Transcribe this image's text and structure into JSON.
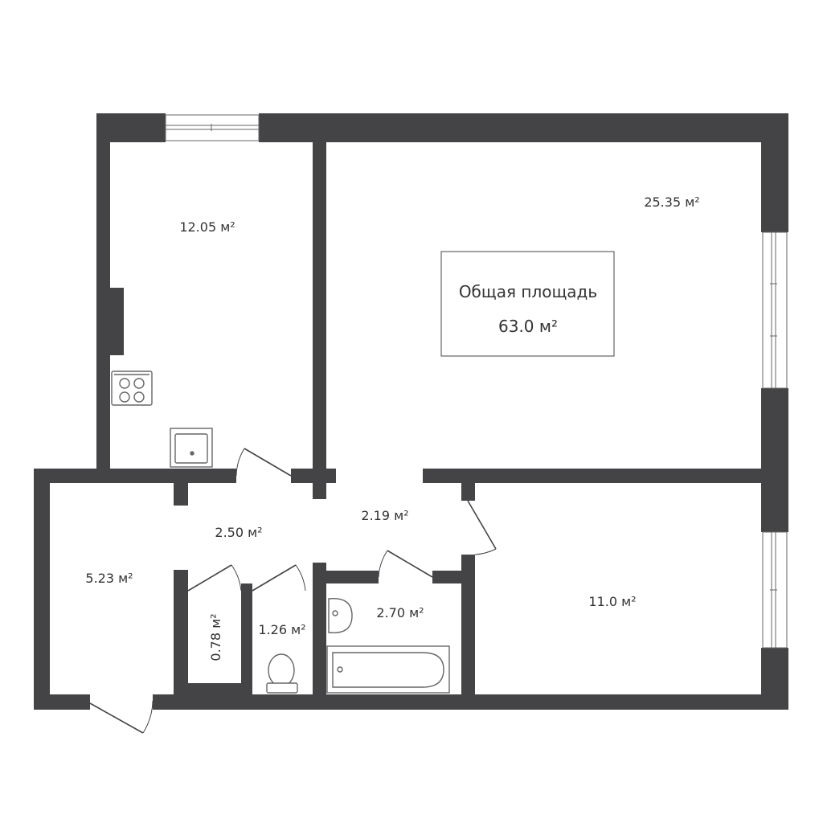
{
  "colors": {
    "wall": "#444447",
    "background": "#ffffff",
    "fixture": "#666666",
    "text": "#333333"
  },
  "summary": {
    "title": "Общая площадь",
    "value": "63.0 м²"
  },
  "rooms": [
    {
      "id": "kitchen",
      "area": "12.05 м²"
    },
    {
      "id": "living-room",
      "area": "25.35 м²"
    },
    {
      "id": "entry-hall",
      "area": "5.23 м²"
    },
    {
      "id": "hallway",
      "area": "2.50 м²"
    },
    {
      "id": "corridor",
      "area": "2.19 м²"
    },
    {
      "id": "bathroom",
      "area": "2.70 м²"
    },
    {
      "id": "bedroom",
      "area": "11.0 м²"
    },
    {
      "id": "storage",
      "area": "0.78 м²"
    },
    {
      "id": "toilet-room",
      "area": "1.26 м²"
    }
  ]
}
